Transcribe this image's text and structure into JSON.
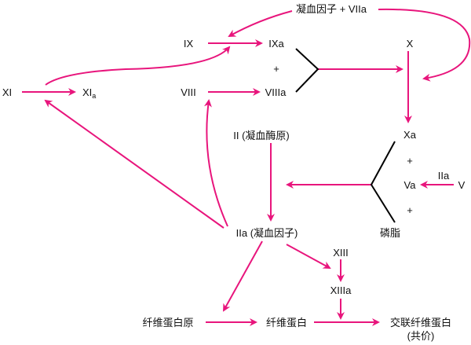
{
  "colors": {
    "arrow": "#e8157c",
    "text": "#111111",
    "bracket": "#000000"
  },
  "labels": {
    "tf_viia": "凝血因子 + VIIa",
    "ix": "IX",
    "ixa": "IXa",
    "plus1": "+",
    "viii": "VIII",
    "viiia": "VIIIa",
    "x": "X",
    "xi": "XI",
    "xia_main": "XI",
    "xia_sub": "a",
    "prothrombin": "II (凝血酶原)",
    "xa": "Xa",
    "plus2": "+",
    "va": "Va",
    "iia_small": "IIa",
    "v": "V",
    "plus3": "+",
    "phospholipid": "磷脂",
    "thrombin": "IIa (凝血因子)",
    "xiii": "XIII",
    "xiiia": "XIIIa",
    "fibrinogen": "纤维蛋白原",
    "fibrin": "纤维蛋白",
    "crosslinked": "交联纤维蛋白",
    "covalent": "(共价)"
  }
}
